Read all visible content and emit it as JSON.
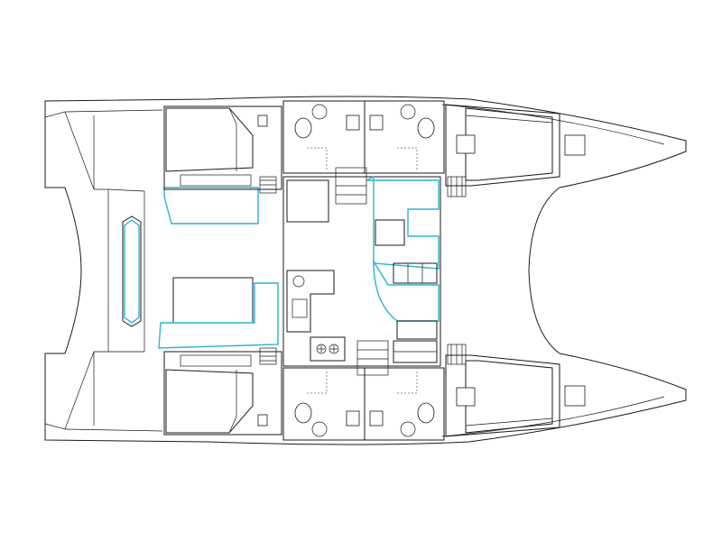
{
  "drawing": {
    "colors": {
      "line": "#1a1a1a",
      "upholstery": "#2fb2cf",
      "background": "#ffffff"
    },
    "hull_count": 2,
    "cabins": 4,
    "heads": 4,
    "icons": [
      "wc-icon",
      "washbasin-icon",
      "hatch-icon",
      "stove-icon",
      "sink-icon",
      "fridge-icon"
    ]
  }
}
